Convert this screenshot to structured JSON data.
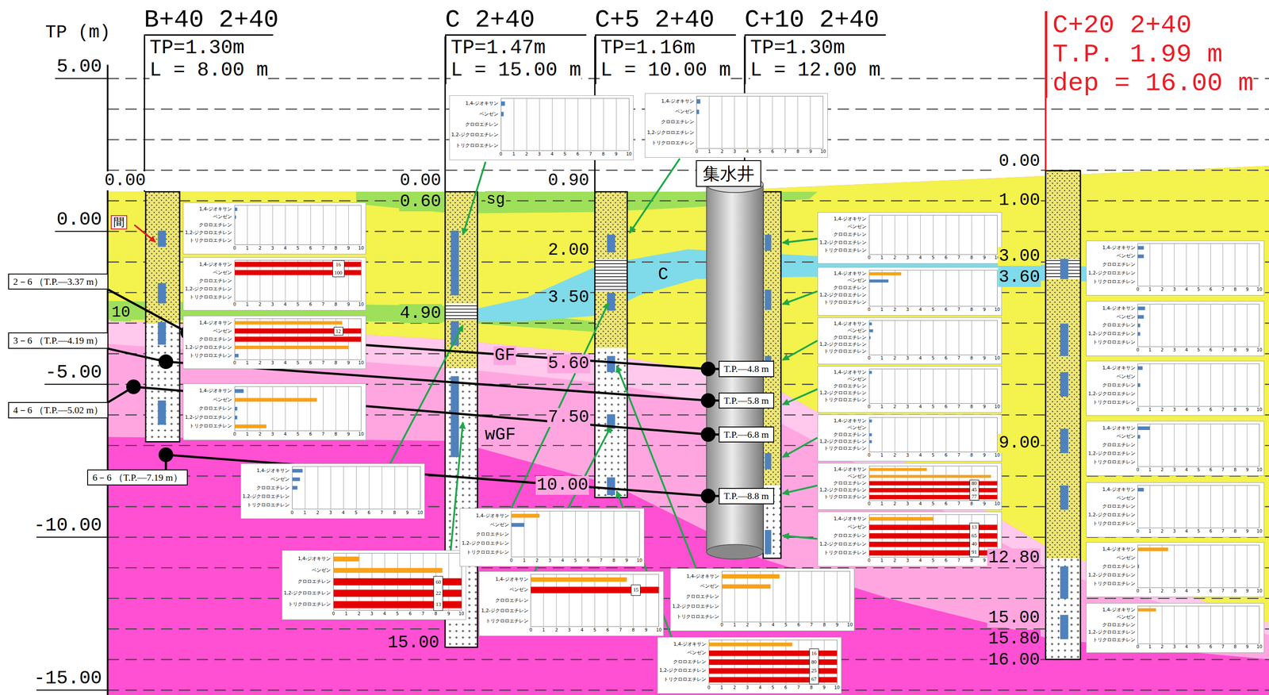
{
  "diagram": {
    "nodes": [
      {
        "text": [
          "B+40 2+40",
          "TP=1.30m",
          "L = 8.00 m"
        ]
      },
      {
        "text": [
          "C 2+40",
          "TP=1.47m",
          "L = 15.00 m"
        ]
      },
      {
        "text": [
          "C+5 2+40",
          "TP=1.16m",
          "L = 10.00 m"
        ]
      },
      {
        "text": [
          "C+10 2+40",
          "TP=1.30m",
          "L = 12.00 m"
        ]
      },
      {
        "text": [
          "C+20 2+40",
          "T.P. 1.99 m",
          "dep = 16.00 m"
        ]
      },
      {
        "text": [
          "集水井"
        ]
      },
      {
        "text": [
          "1,4-ジオキサン",
          "ベンゼン",
          "クロロエチレン",
          "1,2-ジクロロエチレン",
          "トリクロロエチレン",
          "0",
          "1",
          "2",
          "3",
          "4",
          "5",
          "6",
          "7",
          "8",
          "9",
          "10"
        ]
      },
      {
        "text": [
          "1,4-ジオキサン",
          "ベンゼン",
          "クロロエチレン",
          "1,2-ジクロロエチレン",
          "トリクロロエチレン",
          "0",
          "1",
          "2",
          "3",
          "4",
          "5",
          "6",
          "7",
          "8",
          "9",
          "10"
        ]
      },
      {
        "text": [
          "1,4-ジオキサン",
          "ベンゼン",
          "クロロエチレン",
          "1,2-ジクロロエチレン",
          "トリクロロエチレン",
          "0",
          "1",
          "2",
          "3",
          "4",
          "5",
          "6",
          "7",
          "8",
          "9",
          "10"
        ]
      },
      {
        "text": [
          "1,4-ジオキサン",
          "ベンゼン",
          "クロロエチレン",
          "1,2-ジクロロエチレン",
          "トリクロロエチレン",
          "0",
          "1",
          "2",
          "3",
          "4",
          "5",
          "6",
          "7",
          "8",
          "9",
          "10"
        ]
      },
      {
        "text": [
          "16",
          "100"
        ],
        "in": 9
      },
      {
        "text": [
          "1,4-ジオキサン",
          "ベンゼン",
          "クロロエチレン",
          "1,2-ジクロロエチレン",
          "トリクロロエチレン",
          "0",
          "1",
          "2",
          "3",
          "4",
          "5",
          "6",
          "7",
          "8",
          "9",
          "10"
        ]
      },
      {
        "text": [
          "12"
        ],
        "in": 11
      },
      {
        "text": [
          "1,4-ジオキサン",
          "ベンゼン",
          "クロロエチレン",
          "1,2-ジクロロエチレン",
          "トリクロロエチレン",
          "0",
          "1",
          "2",
          "3",
          "4",
          "5",
          "6",
          "7",
          "8",
          "9",
          "10"
        ]
      },
      {
        "text": [
          "1,4-ジオキサン",
          "ベンゼン",
          "クロロエチレン",
          "1,2-ジクロロエチレン",
          "トリクロロエチレン",
          "0",
          "1",
          "2",
          "3",
          "4",
          "5",
          "6",
          "7",
          "8",
          "9",
          "10"
        ]
      },
      {
        "text": [
          "1,4-ジオキサン",
          "ベンゼン",
          "クロロエチレン",
          "1,2-ジクロロエチレン",
          "トリクロロエチレン",
          "0",
          "1",
          "2",
          "3",
          "4",
          "5",
          "6",
          "7",
          "8",
          "9",
          "10"
        ]
      },
      {
        "text": [
          "60",
          "22",
          "13"
        ],
        "in": 15
      },
      {
        "text": [
          "1,4-ジオキサン",
          "ベンゼン",
          "クロロエチレン",
          "1,2-ジクロロエチレン",
          "トリクロロエチレン",
          "0",
          "1",
          "2",
          "3",
          "4",
          "5",
          "6",
          "7",
          "8",
          "9",
          "10"
        ]
      },
      {
        "text": [
          "1,4-ジオキサン",
          "ベンゼン",
          "クロロエチレン",
          "1,2-ジクロロエチレン",
          "トリクロロエチレン",
          "0",
          "1",
          "2",
          "3",
          "4",
          "5",
          "6",
          "7",
          "8",
          "9",
          "10"
        ]
      },
      {
        "text": [
          "15"
        ],
        "in": 18
      },
      {
        "text": [
          "1,4-ジオキサン",
          "ベンゼン",
          "クロロエチレン",
          "1,2-ジクロロエチレン",
          "トリクロロエチレン",
          "0",
          "1",
          "2",
          "3",
          "4",
          "5",
          "6",
          "7",
          "8",
          "9",
          "10"
        ]
      },
      {
        "text": [
          "1,4-ジオキサン",
          "ベンゼン",
          "クロロエチレン",
          "1,2-ジクロロエチレン",
          "トリクロロエチレン",
          "0",
          "1",
          "2",
          "3",
          "4",
          "5",
          "6",
          "7",
          "8",
          "9",
          "10"
        ]
      },
      {
        "text": [
          "16",
          "80",
          "25",
          "67"
        ],
        "in": 21
      },
      {
        "text": [
          "1,4-ジオキサン",
          "ベンゼン",
          "クロロエチレン",
          "1,2-ジクロロエチレン",
          "トリクロロエチレン",
          "0",
          "1",
          "2",
          "3",
          "4",
          "5",
          "6",
          "7",
          "8",
          "9",
          "10"
        ]
      },
      {
        "text": [
          "1,4-ジオキサン",
          "ベンゼン",
          "クロロエチレン",
          "1,2-ジクロロエチレン",
          "トリクロロエチレン",
          "0",
          "1",
          "2",
          "3",
          "4",
          "5",
          "6",
          "7",
          "8",
          "9",
          "10"
        ]
      },
      {
        "text": [
          "1,4-ジオキサン",
          "ベンゼン",
          "クロロエチレン",
          "1,2-ジクロロエチレン",
          "トリクロロエチレン",
          "0",
          "1",
          "2",
          "3",
          "4",
          "5",
          "6",
          "7",
          "8",
          "9",
          "10"
        ]
      },
      {
        "text": [
          "1,4-ジオキサン",
          "ベンゼン",
          "クロロエチレン",
          "1,2-ジクロロエチレン",
          "トリクロロエチレン",
          "0",
          "1",
          "2",
          "3",
          "4",
          "5",
          "6",
          "7",
          "8",
          "9",
          "10"
        ]
      },
      {
        "text": [
          "1,4-ジオキサン",
          "ベンゼン",
          "クロロエチレン",
          "1,2-ジクロロエチレン",
          "トリクロロエチレン",
          "0",
          "1",
          "2",
          "3",
          "4",
          "5",
          "6",
          "7",
          "8",
          "9",
          "10"
        ]
      },
      {
        "text": [
          "1,4-ジオキサン",
          "ベンゼン",
          "クロロエチレン",
          "1,2-ジクロロエチレン",
          "トリクロロエチレン",
          "0",
          "1",
          "2",
          "3",
          "4",
          "5",
          "6",
          "7",
          "8",
          "9",
          "10"
        ]
      },
      {
        "text": [
          "80",
          "45",
          "77"
        ],
        "in": 28
      },
      {
        "text": [
          "1,4-ジオキサン",
          "ベンゼン",
          "クロロエチレン",
          "1,2-ジクロロエチレン",
          "トリクロロエチレン",
          "0",
          "1",
          "2",
          "3",
          "4",
          "5",
          "6",
          "7",
          "8",
          "9",
          "10"
        ]
      },
      {
        "text": [
          "13",
          "65",
          "40",
          "91"
        ],
        "in": 30
      },
      {
        "text": [
          "1,4-ジオキサン",
          "ベンゼン",
          "クロロエチレン",
          "1,2-ジクロロエチレン",
          "トリクロロエチレン",
          "0",
          "1",
          "2",
          "3",
          "4",
          "5",
          "6",
          "7",
          "8",
          "9",
          "10"
        ]
      },
      {
        "text": [
          "1,4-ジオキサン",
          "ベンゼン",
          "クロロエチレン",
          "1,2-ジクロロエチレン",
          "トリクロロエチレン",
          "0",
          "1",
          "2",
          "3",
          "4",
          "5",
          "6",
          "7",
          "8",
          "9",
          "10"
        ]
      },
      {
        "text": [
          "1,4-ジオキサン",
          "ベンゼン",
          "クロロエチレン",
          "1,2-ジクロロエチレン",
          "トリクロロエチレン",
          "0",
          "1",
          "2",
          "3",
          "4",
          "5",
          "6",
          "7",
          "8",
          "9",
          "10"
        ]
      },
      {
        "text": [
          "1,4-ジオキサン",
          "ベンゼン",
          "クロロエチレン",
          "1,2-ジクロロエチレン",
          "トリクロロエチレン",
          "0",
          "1",
          "2",
          "3",
          "4",
          "5",
          "6",
          "7",
          "8",
          "9",
          "10"
        ]
      },
      {
        "text": [
          "1,4-ジオキサン",
          "ベンゼン",
          "クロロエチレン",
          "1,2-ジクロロエチレン",
          "トリクロロエチレン",
          "0",
          "1",
          "2",
          "3",
          "4",
          "5",
          "6",
          "7",
          "8",
          "9",
          "10"
        ]
      },
      {
        "text": [
          "1,4-ジオキサン",
          "ベンゼン",
          "クロロエチレン",
          "1,2-ジクロロエチレン",
          "トリクロロエチレン",
          "0",
          "1",
          "2",
          "3",
          "4",
          "5",
          "6",
          "7",
          "8",
          "9",
          "10"
        ]
      },
      {
        "text": [
          "1,4-ジオキサン",
          "ベンゼン",
          "クロロエチレン",
          "1,2-ジクロロエチレン",
          "トリクロロエチレン",
          "0",
          "1",
          "2",
          "3",
          "4",
          "5",
          "6",
          "7",
          "8",
          "9",
          "10"
        ]
      },
      {
        "text": [
          "2－6 （T.P.—3.37 m）"
        ]
      },
      {
        "text": [
          "3－6 （T.P.—4.19 m）"
        ]
      },
      {
        "text": [
          "4－6 （T.P.—5.02 m）"
        ]
      },
      {
        "text": [
          "6－6 （T.P.—7.19 m）"
        ]
      },
      {
        "text": [
          "T.P.—4.8 m"
        ]
      },
      {
        "text": [
          "T.P.—5.8 m"
        ]
      },
      {
        "text": [
          "T.P.—6.8 m"
        ]
      },
      {
        "text": [
          "T.P.—8.8 m"
        ]
      }
    ],
    "edges": [
      {
        "from": 39,
        "to": 43,
        "arrow": "none"
      },
      {
        "from": 40,
        "to": 44,
        "arrow": "none"
      },
      {
        "from": 41,
        "to": 45,
        "arrow": "none"
      },
      {
        "from": 42,
        "to": 46,
        "arrow": "none"
      }
    ],
    "labels": [
      "TP (m)",
      "5.00",
      "0.00",
      "-5.00",
      "-10.00",
      "-15.00",
      "間",
      "0.00",
      "10",
      "0.00",
      "0.60",
      "sg",
      "4.90",
      "15.00",
      "0.90",
      "2.00",
      "3.50",
      "5.60",
      "7.50",
      "10.00",
      "C",
      "GF",
      "wGF",
      "0.00",
      "1.00",
      "3.00",
      "3.60",
      "9.00",
      "12.80",
      "15.00",
      "15.80",
      "16.00"
    ]
  }
}
